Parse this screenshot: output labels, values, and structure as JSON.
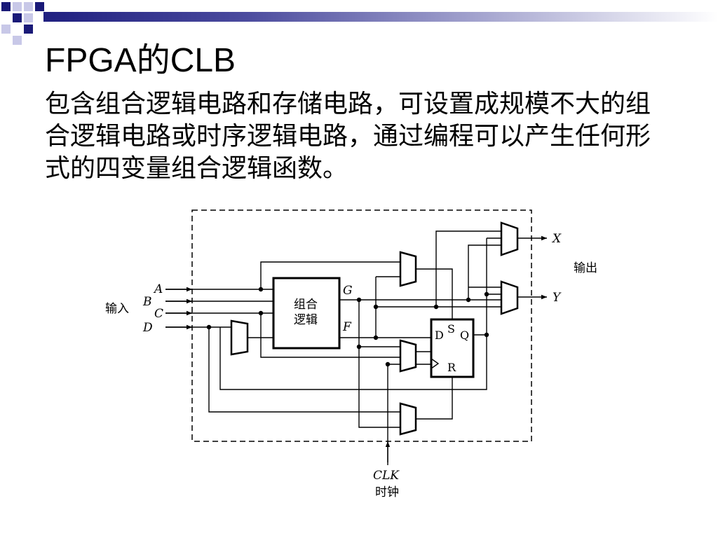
{
  "slide": {
    "title": "FPGA的CLB",
    "description": "包含组合逻辑电路和存储电路，可设置成规模不大的组合逻辑电路或时序逻辑电路，通过编程可以产生任何形式的四变量组合逻辑函数。"
  },
  "diagram": {
    "input_group_label": "输入",
    "inputs": [
      "A",
      "B",
      "C",
      "D"
    ],
    "logic_block_label_line1": "组合",
    "logic_block_label_line2": "逻辑",
    "logic_outputs": [
      "G",
      "F"
    ],
    "flipflop_pins": {
      "d": "D",
      "s": "S",
      "q": "Q",
      "r": "R"
    },
    "outputs": [
      "X",
      "Y"
    ],
    "output_group_label": "输出",
    "clock_label": "CLK",
    "clock_caption": "时钟"
  },
  "colors": {
    "accent_dark": "#1a1a78",
    "accent_light": "#c8c8e8",
    "ink": "#000000"
  }
}
